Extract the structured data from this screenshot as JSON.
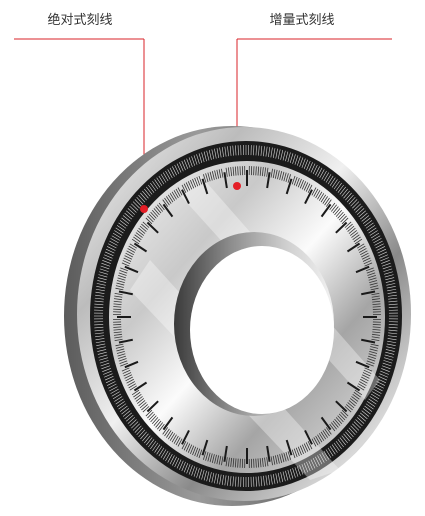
{
  "labels": {
    "absolute": "绝对式刻线",
    "incremental": "增量式刻线"
  },
  "colors": {
    "callout_line": "#d8232a",
    "callout_dot": "#e41e26",
    "tick_dark": "#1a1a1a",
    "metal_light": "#f4f4f4",
    "metal_dark": "#6e6e6e"
  },
  "disc": {
    "major_ticks": 36,
    "fine_ticks": 360
  }
}
